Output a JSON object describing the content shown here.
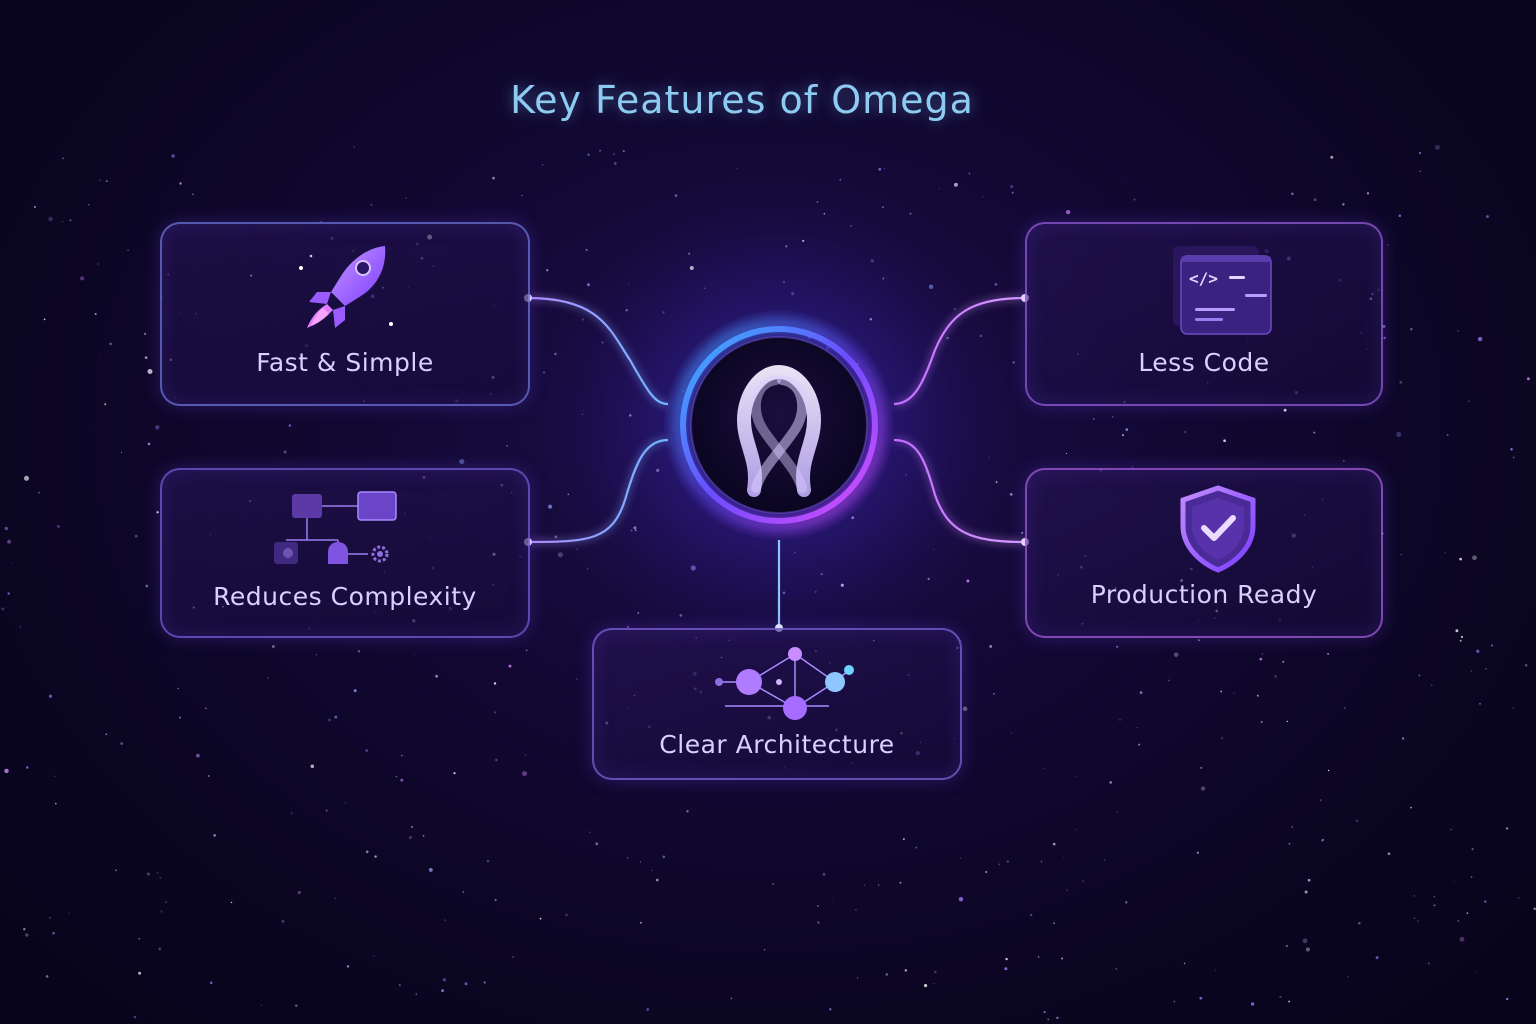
{
  "title": "Key Features of Omega",
  "center": {
    "icon": "omega-logo-icon"
  },
  "features": [
    {
      "label": "Fast & Simple",
      "icon": "rocket-icon"
    },
    {
      "label": "Reduces Complexity",
      "icon": "flowchart-icon"
    },
    {
      "label": "Clear Architecture",
      "icon": "network-graph-icon"
    },
    {
      "label": "Less Code",
      "icon": "code-window-icon"
    },
    {
      "label": "Production Ready",
      "icon": "shield-check-icon"
    }
  ],
  "colors": {
    "background": "#0b0622",
    "title": "#8ecbf0",
    "accent_blue": "#5aa8ff",
    "accent_purple": "#a25cff",
    "accent_magenta": "#d65cff",
    "label": "#d9d0ff"
  }
}
